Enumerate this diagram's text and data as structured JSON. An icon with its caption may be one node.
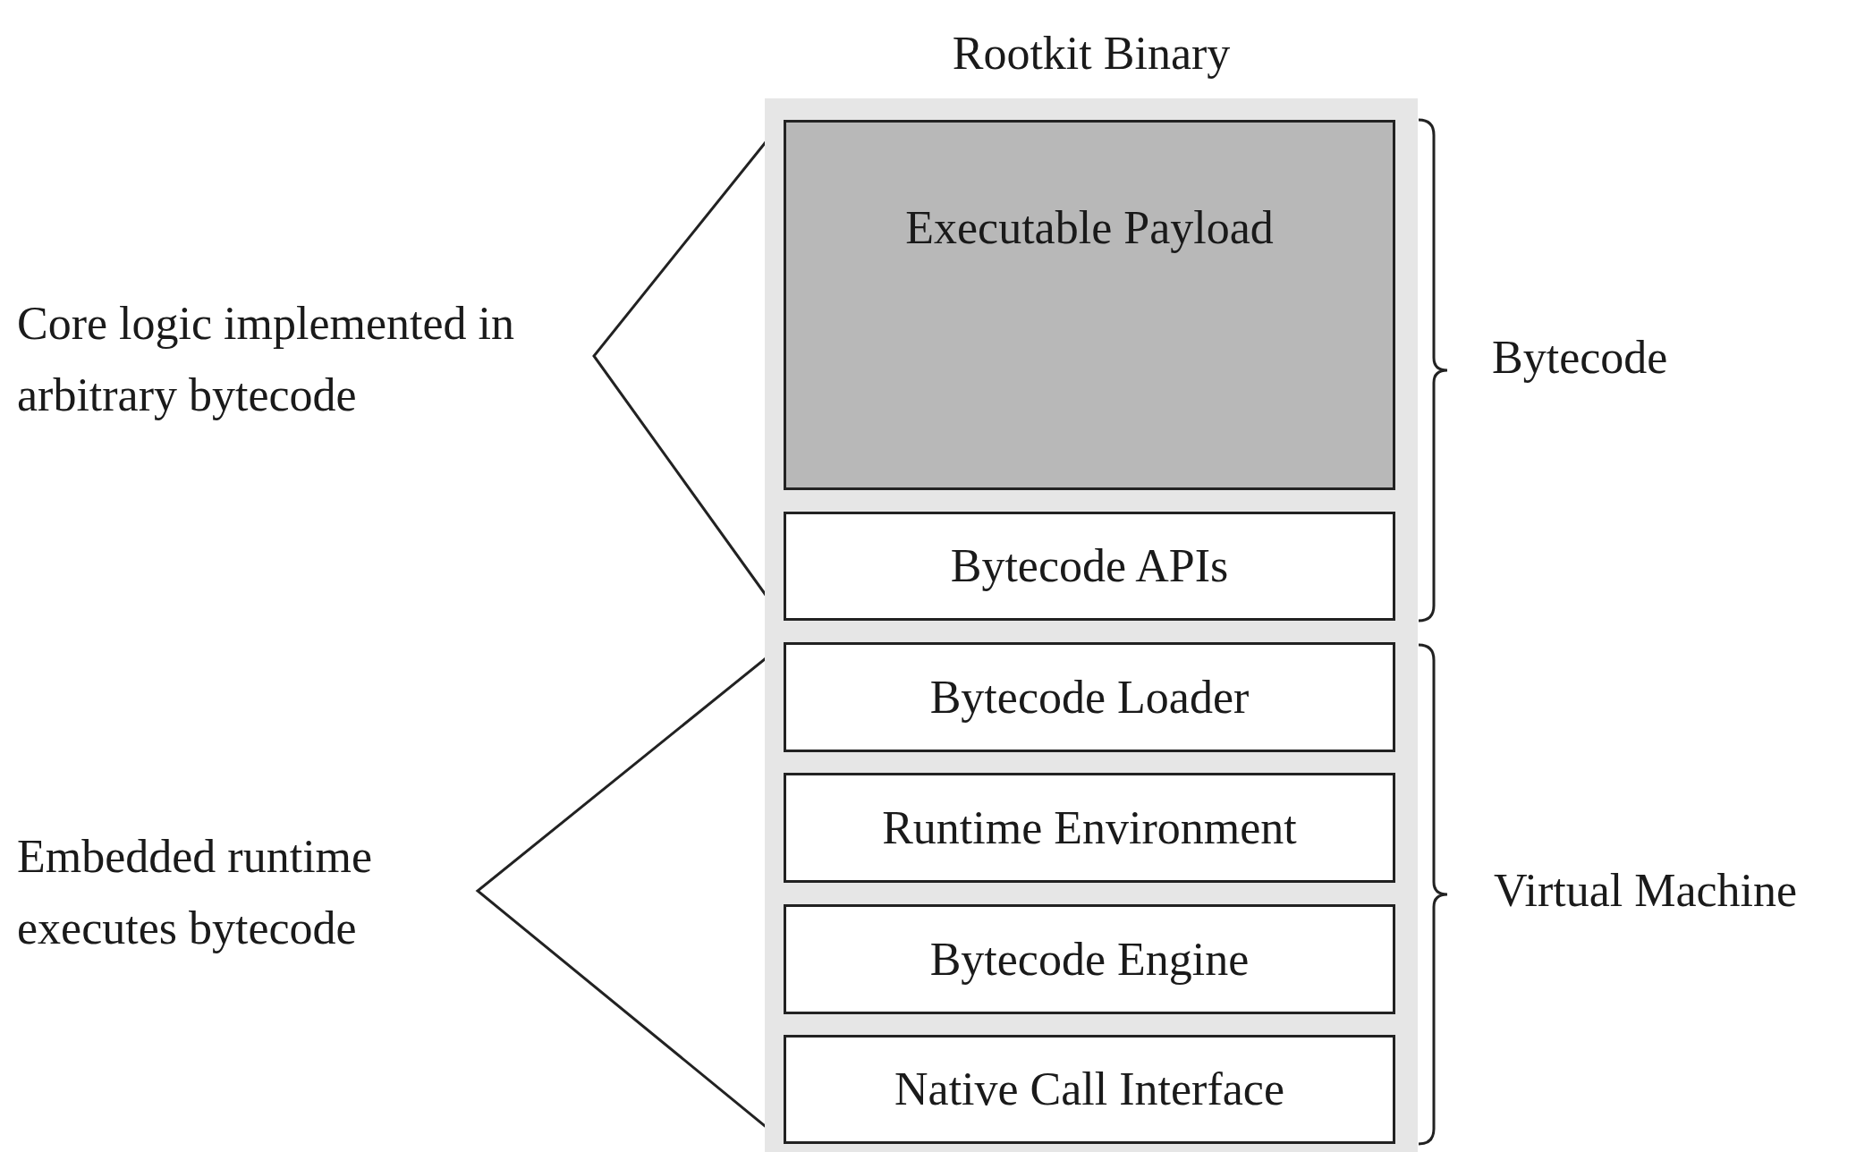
{
  "diagram": {
    "nodes": [
      {
        "text": [
          "Rootkit Binary"
        ]
      },
      {
        "text": [
          "Executable Payload"
        ],
        "in": 0
      },
      {
        "text": [
          "Bytecode APIs"
        ],
        "in": 0
      },
      {
        "text": [
          "Bytecode Loader"
        ],
        "in": 0
      },
      {
        "text": [
          "Runtime Environment"
        ],
        "in": 0
      },
      {
        "text": [
          "Bytecode Engine"
        ],
        "in": 0
      },
      {
        "text": [
          "Native Call Interface"
        ],
        "in": 0
      }
    ],
    "labels": [
      "Core logic implemented in arbitrary bytecode",
      "Bytecode",
      "Embedded runtime executes bytecode",
      "Virtual Machine"
    ]
  }
}
